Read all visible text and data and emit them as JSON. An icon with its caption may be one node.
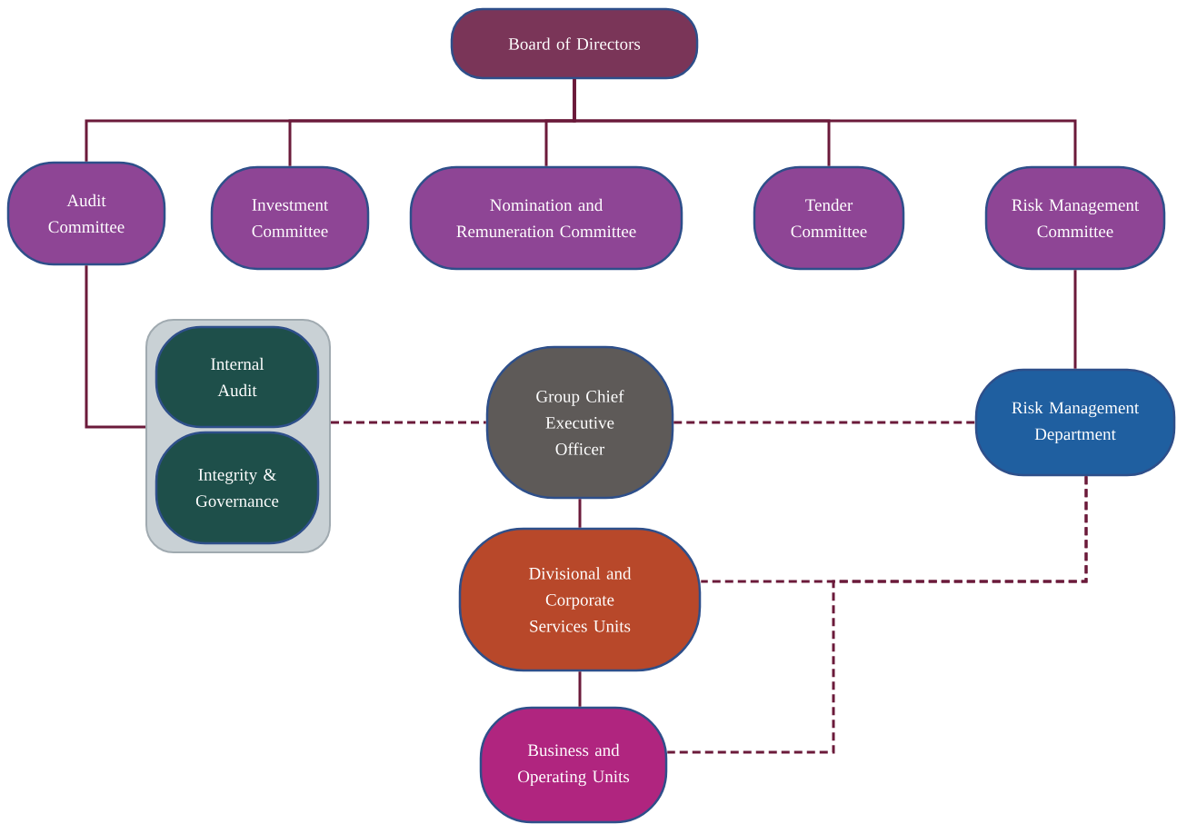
{
  "diagram": {
    "nodes": [
      {
        "text": [
          "Board of Directors"
        ]
      },
      {
        "text": [
          "Audit Committee"
        ]
      },
      {
        "text": [
          "Investment Committee"
        ]
      },
      {
        "text": [
          "Nomination and Remuneration Committee"
        ]
      },
      {
        "text": [
          "Tender Committee"
        ]
      },
      {
        "text": [
          "Risk Management Committee"
        ]
      },
      {
        "text": [],
        "shape": "box"
      },
      {
        "text": [
          "Internal Audit"
        ],
        "in": 6
      },
      {
        "text": [
          "Integrity & Governance"
        ],
        "in": 6
      },
      {
        "text": [
          "Group Chief Executive Officer"
        ]
      },
      {
        "text": [
          "Risk Management Department"
        ]
      },
      {
        "text": [
          "Divisional and Corporate Services Units"
        ]
      },
      {
        "text": [
          "Business and Operating Units"
        ]
      }
    ],
    "edges": [
      {
        "from": 0,
        "to": 1,
        "arrow": "none"
      },
      {
        "from": 0,
        "to": 2,
        "arrow": "none"
      },
      {
        "from": 0,
        "to": 3,
        "arrow": "none"
      },
      {
        "from": 0,
        "to": 4,
        "arrow": "none"
      },
      {
        "from": 0,
        "to": 5,
        "arrow": "none"
      },
      {
        "from": 1,
        "to": 6,
        "arrow": "none"
      },
      {
        "from": 5,
        "to": 10,
        "arrow": "none"
      },
      {
        "from": 6,
        "to": 9,
        "arrow": "none",
        "style": "dashed"
      },
      {
        "from": 9,
        "to": 10,
        "arrow": "none",
        "style": "dashed"
      },
      {
        "from": 9,
        "to": 11,
        "arrow": "none"
      },
      {
        "from": 11,
        "to": 12,
        "arrow": "none"
      },
      {
        "from": 10,
        "to": 11,
        "arrow": "none",
        "style": "dashed"
      },
      {
        "from": 10,
        "to": 12,
        "arrow": "none",
        "style": "dashed"
      }
    ]
  }
}
